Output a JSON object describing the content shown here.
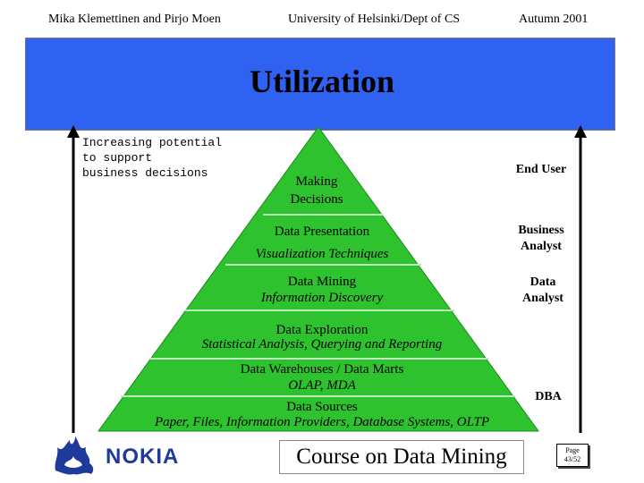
{
  "header": {
    "authors": "Mika Klemettinen and Pirjo Moen",
    "institution": "University of Helsinki/Dept of CS",
    "term": "Autumn 2001"
  },
  "title": "Utilization",
  "left_label": "Increasing potential\nto support\nbusiness decisions",
  "pyramid": {
    "apex": "Making\nDecisions",
    "layers": [
      {
        "line1": "Data Presentation",
        "line2": "Visualization Techniques"
      },
      {
        "line1": "Data Mining",
        "line2": "Information Discovery"
      },
      {
        "line1": "Data Exploration",
        "line2": "Statistical Analysis, Querying and Reporting"
      },
      {
        "line1": "Data Warehouses / Data Marts",
        "line2": "OLAP, MDA"
      },
      {
        "line1": "Data Sources",
        "line2": "Paper, Files, Information Providers, Database Systems, OLTP"
      }
    ]
  },
  "roles": {
    "end_user": "End User",
    "business_analyst": "Business\nAnalyst",
    "data_analyst": "Data\nAnalyst",
    "dba": "DBA"
  },
  "footer": {
    "logo_text": "NOKIA",
    "course": "Course on Data Mining",
    "page_label": "Page",
    "page_number": "43/52"
  },
  "colors": {
    "title_band": "#2f62f0",
    "pyramid": "#2ec22e"
  },
  "icons": {
    "university_logo": "flame-seal-icon"
  }
}
